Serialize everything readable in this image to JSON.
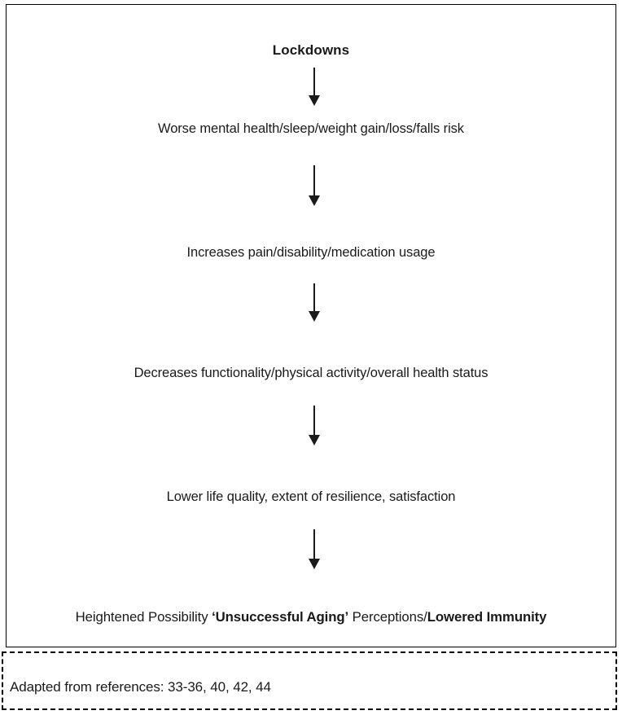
{
  "figure": {
    "title": "Lockdowns",
    "nodes": [
      {
        "id": "lockdowns",
        "text": "Lockdowns"
      },
      {
        "id": "worse-health",
        "text": "Worse mental health/sleep/weight gain/loss/falls risk"
      },
      {
        "id": "increases",
        "text": "Increases pain/disability/medication usage"
      },
      {
        "id": "decreases",
        "text": "Decreases functionality/physical activity/overall health status"
      },
      {
        "id": "lower-quality",
        "text": "Lower life quality, extent of resilience, satisfaction"
      }
    ],
    "final_node": {
      "id": "unsuccessful-aging",
      "segment_1": "Heightened Possibility ",
      "segment_2_bold": "‘Unsuccessful Aging’",
      "segment_3": " Perceptions/",
      "segment_4_bold": "Lowered Immunity",
      "full_text": "Heightened Possibility ‘Unsuccessful Aging’ Perceptions/Lowered Immunity"
    },
    "arrows": [
      {
        "id": "arrow-lockdowns-to-worse-health",
        "direction": "down"
      },
      {
        "id": "arrow-worse-health-to-increases",
        "direction": "down"
      },
      {
        "id": "arrow-increases-to-decreases",
        "direction": "down"
      },
      {
        "id": "arrow-decreases-to-lower-quality",
        "direction": "down"
      },
      {
        "id": "arrow-lower-quality-to-final",
        "direction": "down"
      }
    ]
  },
  "caption": {
    "text": "Adapted from references: 33-36, 40, 42, 44"
  },
  "colors": {
    "text": "#1a1a1a",
    "border": "#000000",
    "background": "#ffffff"
  }
}
